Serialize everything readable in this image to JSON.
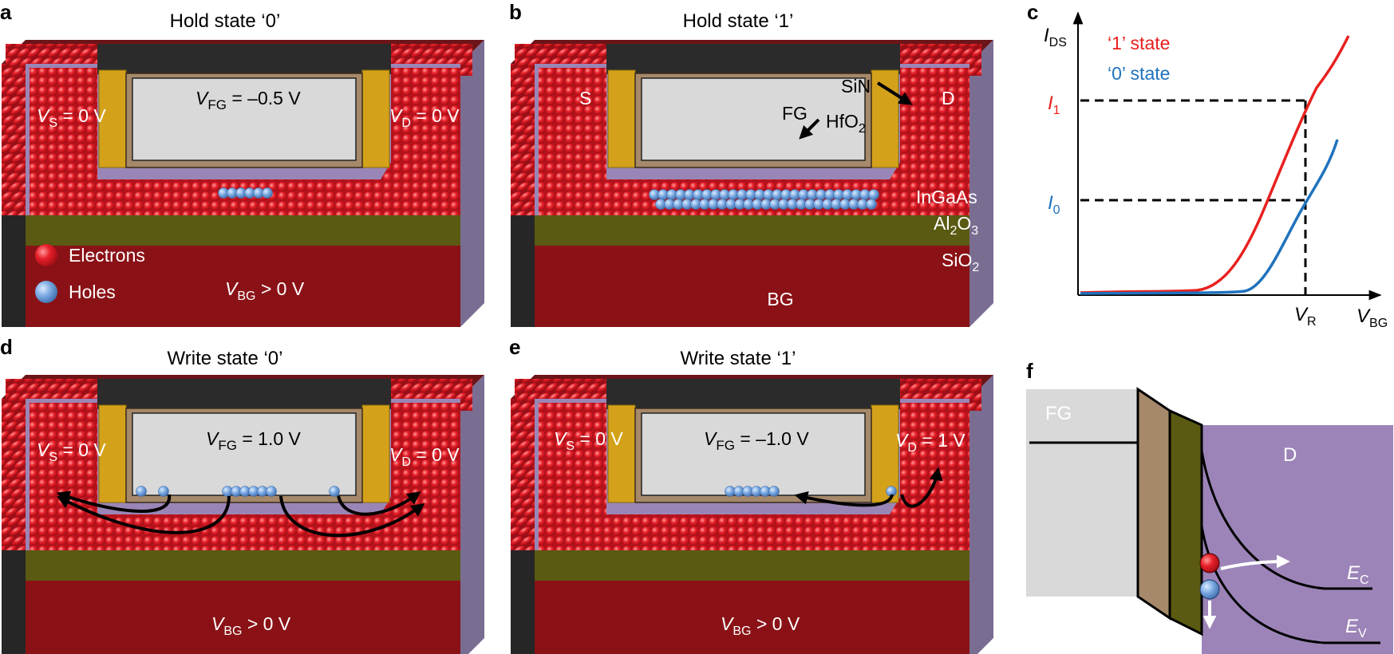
{
  "panels": {
    "a": {
      "letter": "a",
      "title": "Hold state ‘0’",
      "vs_sym": "V",
      "vs_sub": "S",
      "vs_val": " = 0 V",
      "vfg_sym": "V",
      "vfg_sub": "FG",
      "vfg_val": " = –0.5 V",
      "vd_sym": "V",
      "vd_sub": "D",
      "vd_val": " = 0 V",
      "vbg_sym": "V",
      "vbg_sub": "BG",
      "vbg_val": " > 0 V",
      "legend_electrons": "Electrons",
      "legend_holes": "Holes"
    },
    "b": {
      "letter": "b",
      "title": "Hold state ‘1’",
      "s": "S",
      "d": "D",
      "sin": "SiN",
      "fg": "FG",
      "hfo2_main": "HfO",
      "hfo2_sub": "2",
      "ingaas": "InGaAs",
      "al2o3_a": "Al",
      "al2o3_sub1": "2",
      "al2o3_b": "O",
      "al2o3_sub2": "3",
      "sio2_main": "SiO",
      "sio2_sub": "2",
      "bg": "BG"
    },
    "c": {
      "letter": "c",
      "ylabel_sym": "I",
      "ylabel_sub": "DS",
      "xlabel_sym": "V",
      "xlabel_sub": "BG",
      "legend_1": "‘1’ state",
      "legend_0": "‘0’ state",
      "i1_sym": "I",
      "i1_sub": "1",
      "i0_sym": "I",
      "i0_sub": "0",
      "vr_sym": "V",
      "vr_sub": "R",
      "color_1": "#e8201f",
      "color_0": "#1f72bd"
    },
    "d": {
      "letter": "d",
      "title": "Write state ‘0’",
      "vs_sym": "V",
      "vs_sub": "S",
      "vs_val": " = 0 V",
      "vfg_sym": "V",
      "vfg_sub": "FG",
      "vfg_val": " = 1.0 V",
      "vd_sym": "V",
      "vd_sub": "D",
      "vd_val": " = 0 V",
      "vbg_sym": "V",
      "vbg_sub": "BG",
      "vbg_val": " > 0 V"
    },
    "e": {
      "letter": "e",
      "title": "Write state ‘1’",
      "vs_sym": "V",
      "vs_sub": "S",
      "vs_val": " = 0 V",
      "vfg_sym": "V",
      "vfg_sub": "FG",
      "vfg_val": " = –1.0 V",
      "vd_sym": "V",
      "vd_sub": "D",
      "vd_val": " = 1 V",
      "vbg_sym": "V",
      "vbg_sub": "BG",
      "vbg_val": " > 0 V"
    },
    "f": {
      "letter": "f",
      "fg": "FG",
      "d": "D",
      "ec_sym": "E",
      "ec_sub": "C",
      "ev_sym": "E",
      "ev_sub": "V"
    }
  },
  "colors": {
    "electron": "#e8202a",
    "hole": "#7aa8e0",
    "contact": "#d4a21a",
    "channel_bg": "#9a86b6",
    "al2o3": "#5a5a12",
    "sio2": "#8a1216",
    "gate_box": "#d9d9d9",
    "gate_top": "#2b2b2b",
    "hfo2": "#a6896a",
    "band_fg": "#d9d9d9",
    "band_d": "#9c84b8"
  }
}
